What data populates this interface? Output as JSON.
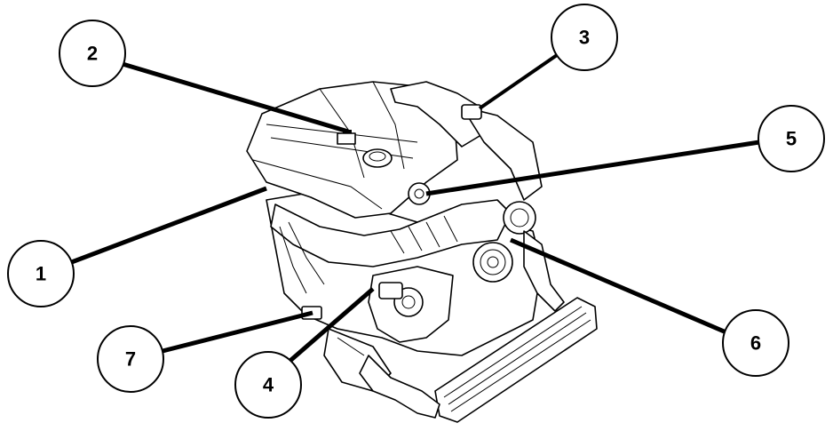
{
  "diagram": {
    "line_color": "#000000",
    "background": "#ffffff",
    "callouts": [
      {
        "id": "1",
        "label": "1"
      },
      {
        "id": "2",
        "label": "2"
      },
      {
        "id": "3",
        "label": "3"
      },
      {
        "id": "4",
        "label": "4"
      },
      {
        "id": "5",
        "label": "5"
      },
      {
        "id": "6",
        "label": "6"
      },
      {
        "id": "7",
        "label": "7"
      }
    ]
  }
}
